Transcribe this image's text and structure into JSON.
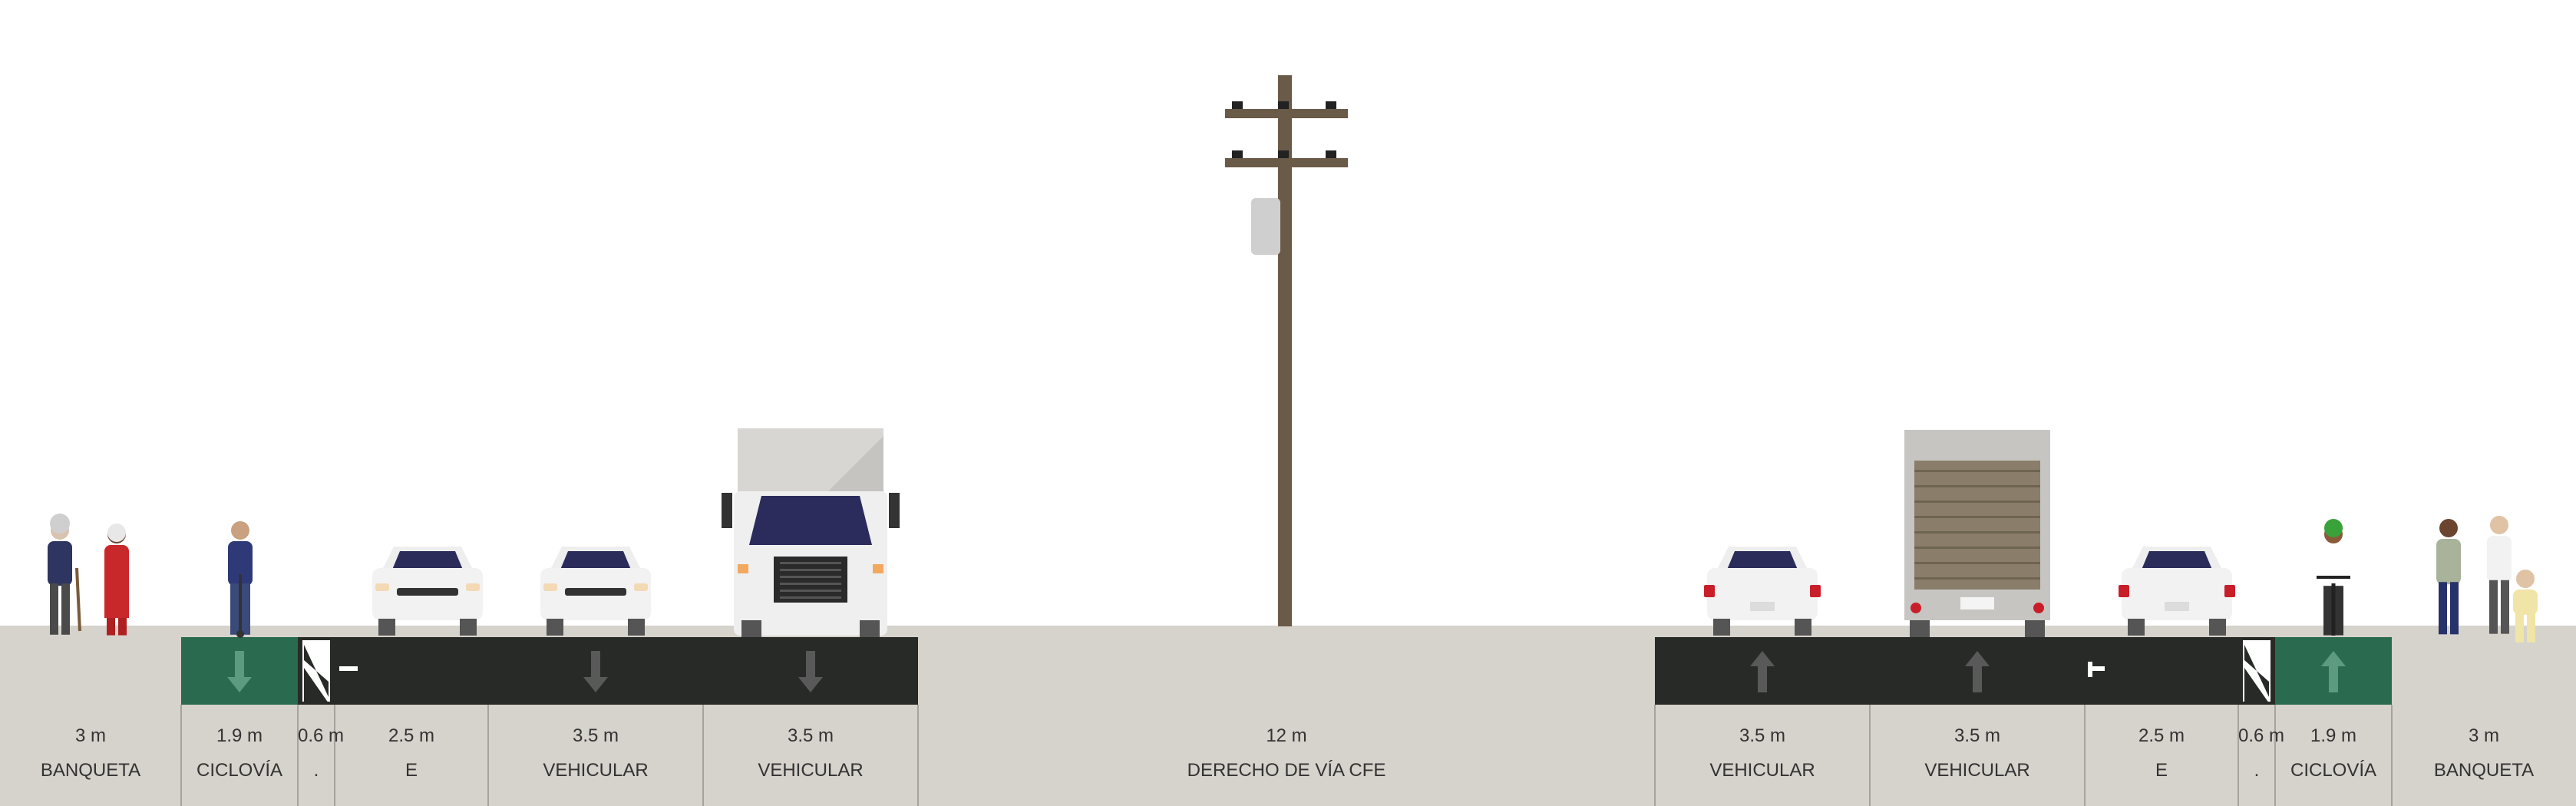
{
  "colors": {
    "sky": "#ffffff",
    "ground": "#d6d2cc",
    "asphalt": "#282a28",
    "bike_lane": "#2a6a4f",
    "arrow_dark": "#595959",
    "arrow_bike": "#5e9a80",
    "divider": "#a6a29d",
    "label_text": "#333333"
  },
  "segments": [
    {
      "width": "3 m",
      "name": "BANQUETA",
      "surface": "sidewalk"
    },
    {
      "width": "1.9 m",
      "name": "CICLOVÍA",
      "surface": "bike",
      "direction": "down"
    },
    {
      "width": "0.6 m",
      "name": ".",
      "surface": "buffer"
    },
    {
      "width": "2.5 m",
      "name": "E",
      "surface": "parking"
    },
    {
      "width": "3.5 m",
      "name": "VEHICULAR",
      "surface": "lane",
      "direction": "down"
    },
    {
      "width": "3.5 m",
      "name": "VEHICULAR",
      "surface": "lane",
      "direction": "down"
    },
    {
      "width": "12 m",
      "name": "DERECHO DE VÍA CFE",
      "surface": "median"
    },
    {
      "width": "3.5 m",
      "name": "VEHICULAR",
      "surface": "lane",
      "direction": "up"
    },
    {
      "width": "3.5 m",
      "name": "VEHICULAR",
      "surface": "lane",
      "direction": "up"
    },
    {
      "width": "2.5 m",
      "name": "E",
      "surface": "parking"
    },
    {
      "width": "0.6 m",
      "name": ".",
      "surface": "buffer"
    },
    {
      "width": "1.9 m",
      "name": "CICLOVÍA",
      "surface": "bike",
      "direction": "up"
    },
    {
      "width": "3 m",
      "name": "BANQUETA",
      "surface": "sidewalk"
    }
  ],
  "objects": [
    "pedestrian-elderly",
    "pedestrian-woman",
    "scooter-rider",
    "car-front",
    "car-front",
    "truck-front",
    "utility-pole",
    "car-rear",
    "truck-rear",
    "car-rear",
    "cyclist",
    "pedestrian-family"
  ]
}
